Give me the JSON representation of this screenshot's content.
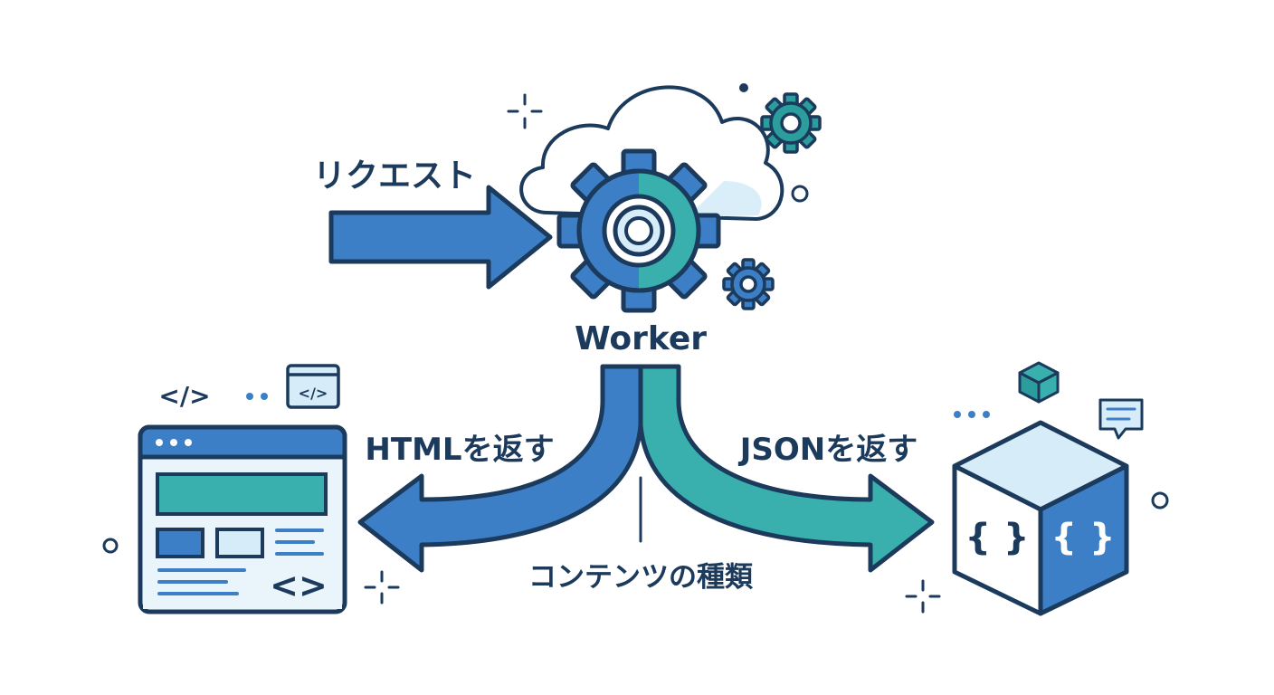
{
  "labels": {
    "request": "リクエスト",
    "worker": "Worker",
    "return_html": "HTMLを返す",
    "return_json": "JSONを返す",
    "content_type": "コンテンツの種類"
  },
  "icons": {
    "worker_gear": "gear-icon",
    "cloud": "cloud-icon",
    "browser": "browser-window-icon",
    "json_cube": "json-cube-icon",
    "code_tag": "code-tag-icon"
  },
  "code_glyphs": {
    "code_tag": "</>",
    "window_code_tag": "</>",
    "code_chevrons": "<>",
    "braces": "{ }"
  },
  "colors": {
    "outline": "#1b3a5c",
    "primary_blue": "#3d7fc6",
    "teal": "#39b0ae",
    "light_blue": "#d6ecf8",
    "accent_teal": "#2a9d9c"
  }
}
